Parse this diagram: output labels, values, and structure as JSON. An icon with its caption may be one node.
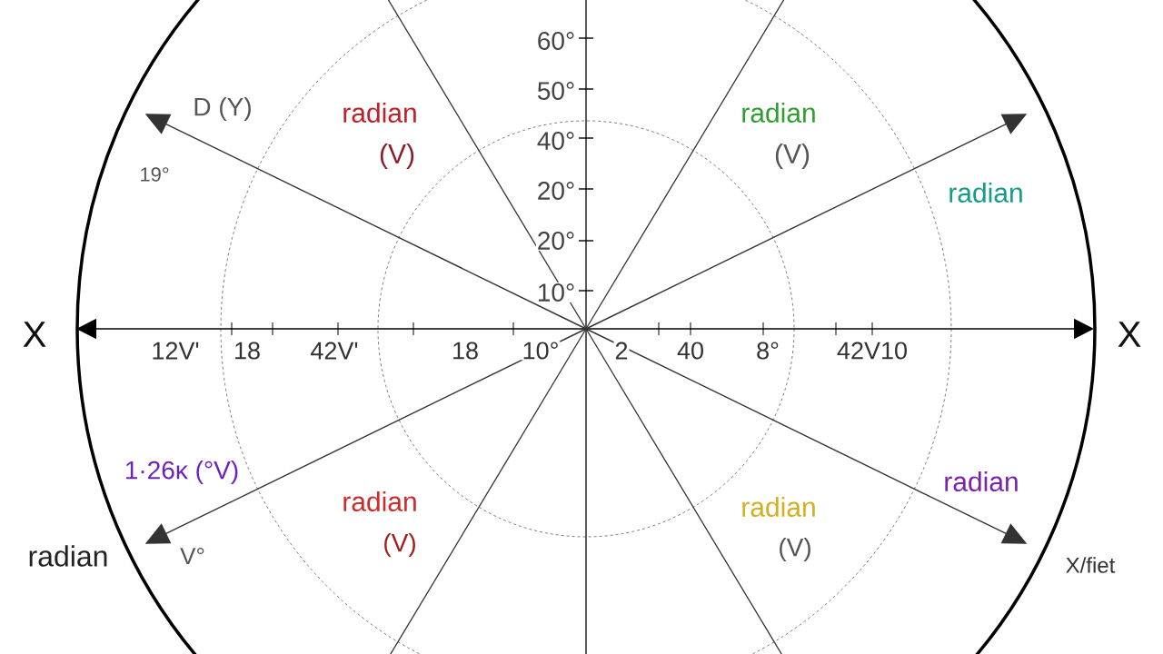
{
  "diagram": {
    "labels": [
      "60°",
      "D (Y)",
      "50°",
      "radian",
      "radian",
      "40°",
      "(V)",
      "(V)",
      "19°",
      "20°",
      "radian",
      "20°",
      "10°",
      "X",
      "X",
      "12V'",
      "18",
      "42V'",
      "18",
      "10°",
      "2",
      "40",
      "8°",
      "42V10",
      "1·26κ (°V)",
      "radian",
      "radian",
      "radian",
      "(V)",
      "(V)",
      "V°",
      "radian",
      "X/fiet"
    ]
  }
}
